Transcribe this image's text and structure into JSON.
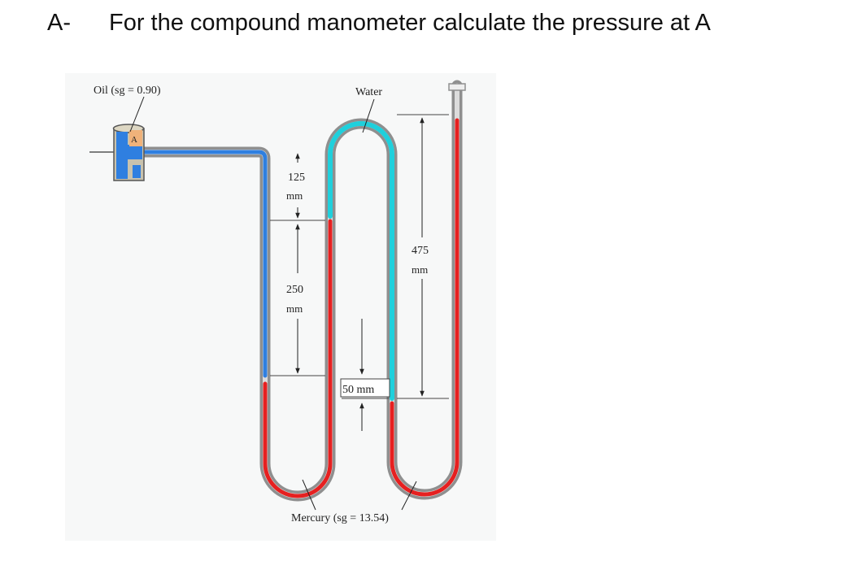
{
  "question": {
    "prefix": "A-",
    "text": "For the compound manometer calculate the pressure at A"
  },
  "figure": {
    "point_label": "A",
    "oil_label": "Oil (sg = 0.90)",
    "water_label": "Water",
    "mercury_label": "Mercury (sg = 13.54)",
    "dimensions": [
      {
        "value": "125",
        "unit": "mm"
      },
      {
        "value": "250",
        "unit": "mm"
      },
      {
        "value": "475",
        "unit": "mm"
      },
      {
        "value": "50 mm",
        "unit": ""
      }
    ],
    "colors": {
      "oil": "#2f7fe0",
      "water": "#1fd0dc",
      "mercury": "#e62020",
      "tube": "#9a9a9a"
    }
  }
}
